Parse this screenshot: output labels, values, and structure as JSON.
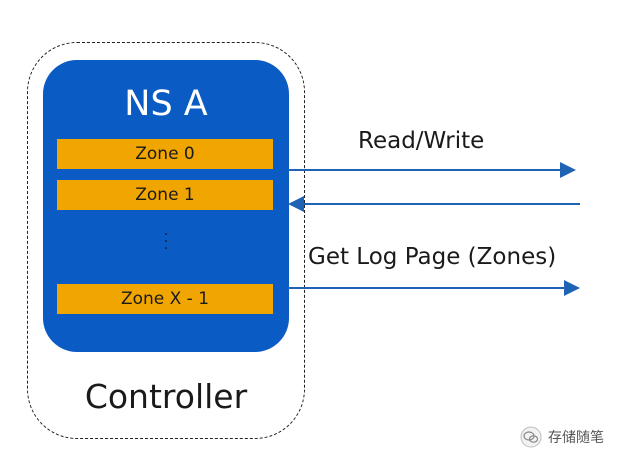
{
  "colors": {
    "namespace_fill": "#0a5bc4",
    "zone_fill": "#f0a500",
    "arrow": "#1f63b5"
  },
  "namespace": {
    "title": "NS A",
    "zones": [
      "Zone 0",
      "Zone 1",
      "Zone X - 1"
    ],
    "ellipsis": "⋮"
  },
  "controller": {
    "label": "Controller"
  },
  "arrows": {
    "read_write_label": "Read/Write",
    "get_log_page_label": "Get Log Page (Zones)"
  },
  "watermark": {
    "icon": "wechat-icon",
    "text": "存储随笔"
  }
}
